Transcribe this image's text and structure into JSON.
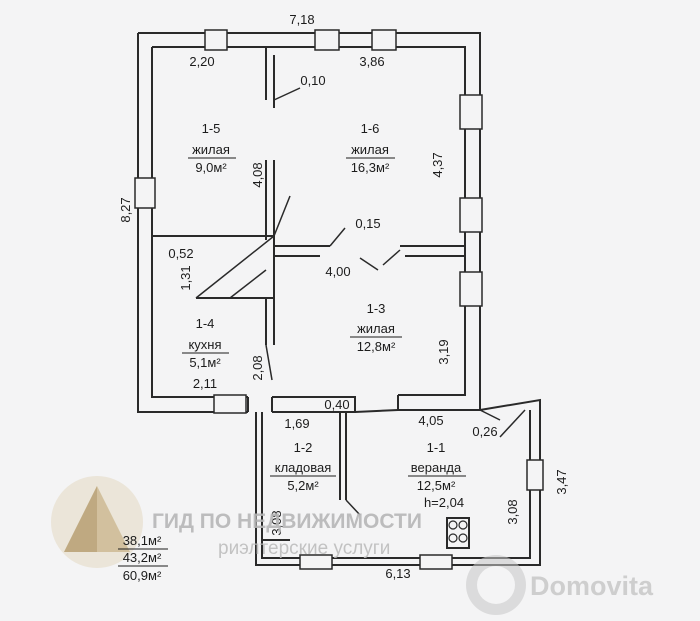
{
  "plan": {
    "dimensions": {
      "top_width": "7,18",
      "left_height": "8,27",
      "top_left_segment": "2,20",
      "top_right_segment": "3,86",
      "door_offset_top": "0,10",
      "room6_height": "4,37",
      "wall_1_5_height": "4,08",
      "door_offset_mid": "0,15",
      "mid_width": "4,00",
      "stair_width": "0,52",
      "stair_height": "1,31",
      "kitchen_height": "2,08",
      "room3_height": "3,19",
      "kitchen_width": "2,11",
      "door_offset_bottom": "0,40",
      "veranda_inner_width": "4,05",
      "veranda_door_offset": "0,26",
      "veranda_height": "3,47",
      "pantry_width": "1,69",
      "pantry_height": "3,08",
      "veranda_inner_height": "3,08",
      "bottom_width": "6,13"
    },
    "rooms": [
      {
        "id": "1-5",
        "type": "жилая",
        "area": "9,0м²"
      },
      {
        "id": "1-6",
        "type": "жилая",
        "area": "16,3м²"
      },
      {
        "id": "1-3",
        "type": "жилая",
        "area": "12,8м²"
      },
      {
        "id": "1-4",
        "type": "кухня",
        "area": "5,1м²"
      },
      {
        "id": "1-2",
        "type": "кладовая",
        "area": "5,2м²"
      },
      {
        "id": "1-1",
        "type": "веранда",
        "area": "12,5м²",
        "note": "h=2,04"
      }
    ],
    "totals": [
      "38,1м²",
      "43,2м²",
      "60,9м²"
    ]
  },
  "watermarks": {
    "agency_name": "ГИД ПО НЕДВИЖИМОСТИ",
    "agency_tagline": "риэлтерские услуги",
    "site_name": "Domovita"
  },
  "colors": {
    "wall": "#2a2a2a",
    "paper": "#f4f4f5",
    "text": "#1c1c1c"
  }
}
